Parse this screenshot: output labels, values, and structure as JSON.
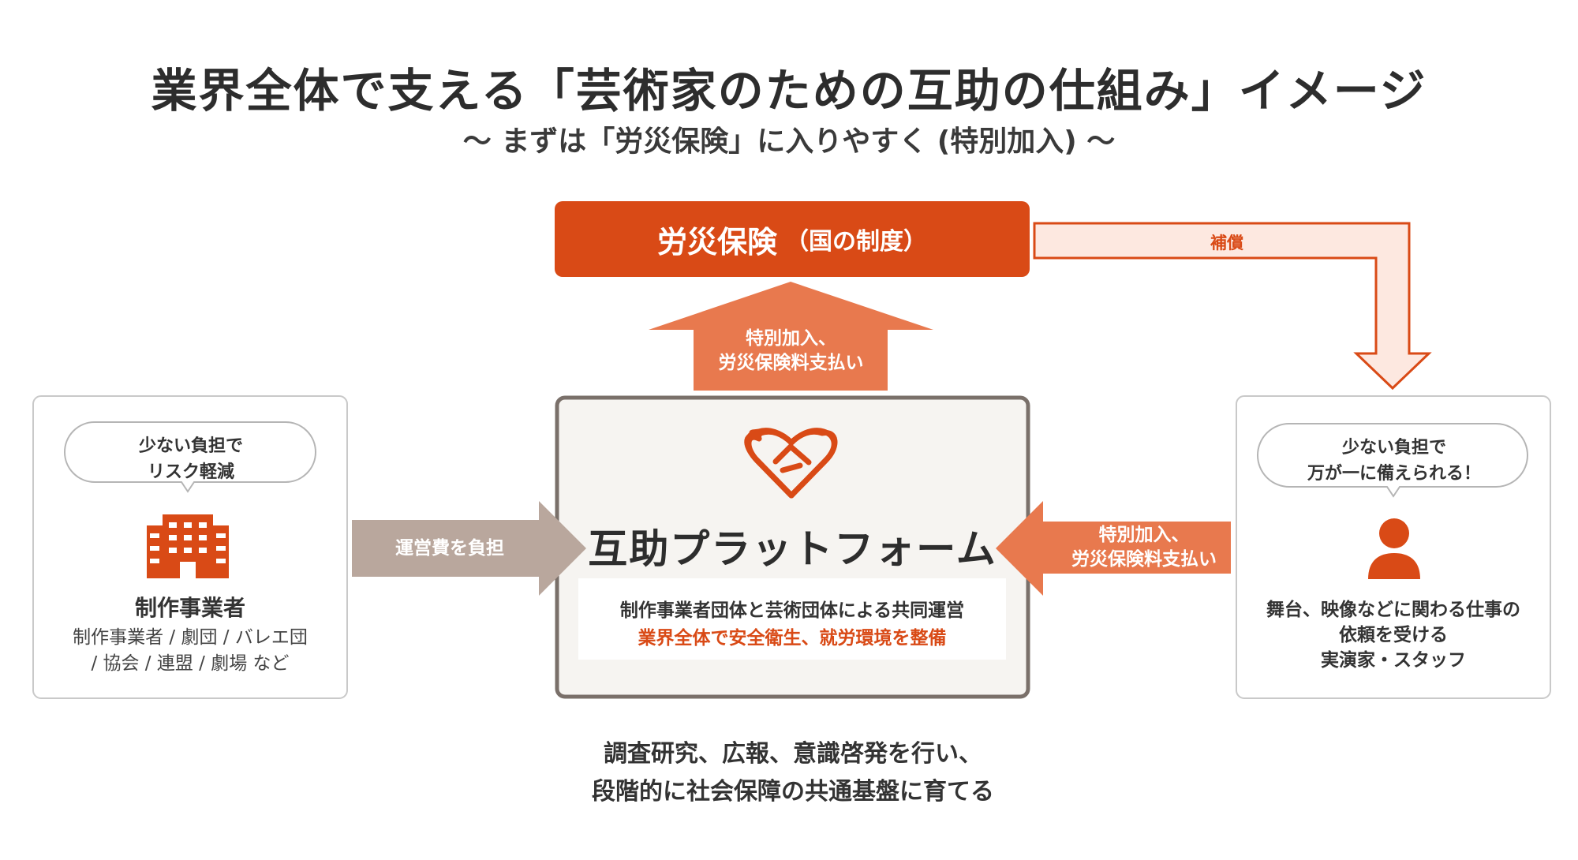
{
  "title": "業界全体で支える「芸術家のための互助の仕組み」イメージ",
  "subtitle": "〜 まずは「労災保険」に入りやすく (特別加入) 〜",
  "rousai": {
    "main": "労災保険",
    "sub": "（国の制度）"
  },
  "compensation_label": "補償",
  "up_arrow_label": [
    "特別加入、",
    "労災保険料支払い"
  ],
  "right_arrow_label": [
    "特別加入、",
    "労災保険料支払い"
  ],
  "left_arrow_label": "運営費を負担",
  "company": {
    "bubble": [
      "少ない負担で",
      "リスク軽減"
    ],
    "title": "制作事業者",
    "desc": [
      "制作事業者 / 劇団 / バレエ団",
      "/ 協会 / 連盟 / 劇場 など"
    ]
  },
  "platform": {
    "title": "互助プラットフォーム",
    "line1": "制作事業者団体と芸術団体による共同運営",
    "line2": "業界全体で安全衛生、就労環境を整備"
  },
  "worker": {
    "bubble": [
      "少ない負担で",
      "万が一に備えられる！"
    ],
    "desc": [
      "舞台、映像などに関わる仕事の",
      "依頼を受ける",
      "実演家・スタッフ"
    ]
  },
  "bottom_note": [
    "調査研究、広報、意識啓発を行い、",
    "段階的に社会保障の共通基盤に育てる"
  ],
  "colors": {
    "accent": "#d94a16",
    "arrow_light": "#e8794e",
    "arrow_gray": "#b9a79d",
    "compensation_fill": "#fde8e0",
    "platform_bg": "#f6f4f1",
    "platform_border": "#7a706a"
  },
  "icons": [
    "heart-handshake-icon",
    "building-icon",
    "person-icon"
  ]
}
